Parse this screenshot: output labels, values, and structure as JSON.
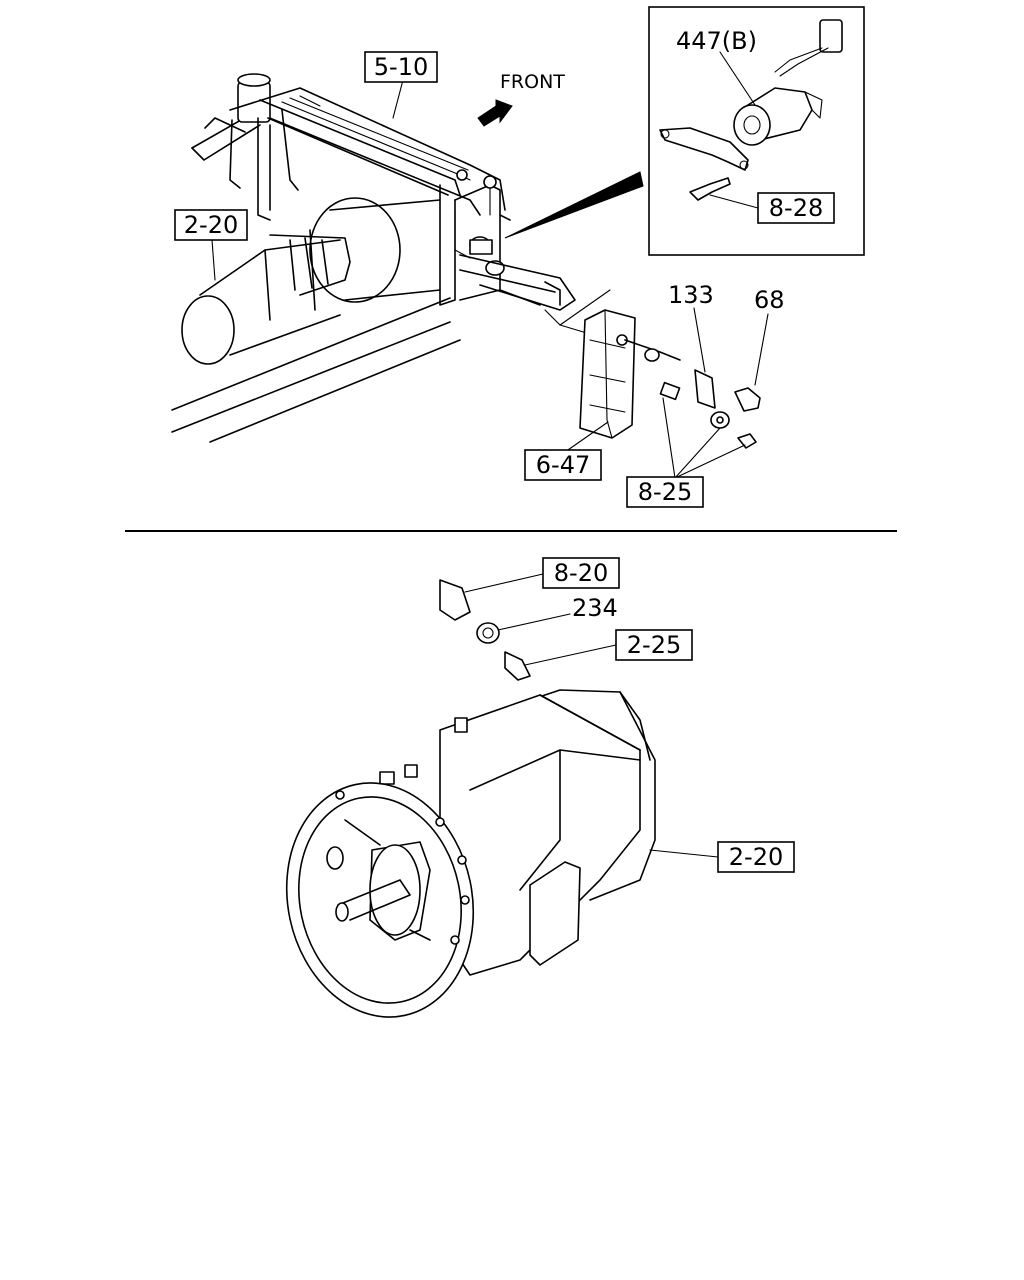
{
  "diagram": {
    "direction_label": "FRONT",
    "labels": {
      "ref_5_10": "5-10",
      "ref_2_20_top": "2-20",
      "part_447b": "447(B)",
      "ref_8_28": "8-28",
      "part_133": "133",
      "part_68": "68",
      "ref_6_47": "6-47",
      "ref_8_25": "8-25",
      "ref_8_20": "8-20",
      "part_234": "234",
      "ref_2_25": "2-25",
      "ref_2_20_bottom": "2-20"
    }
  }
}
